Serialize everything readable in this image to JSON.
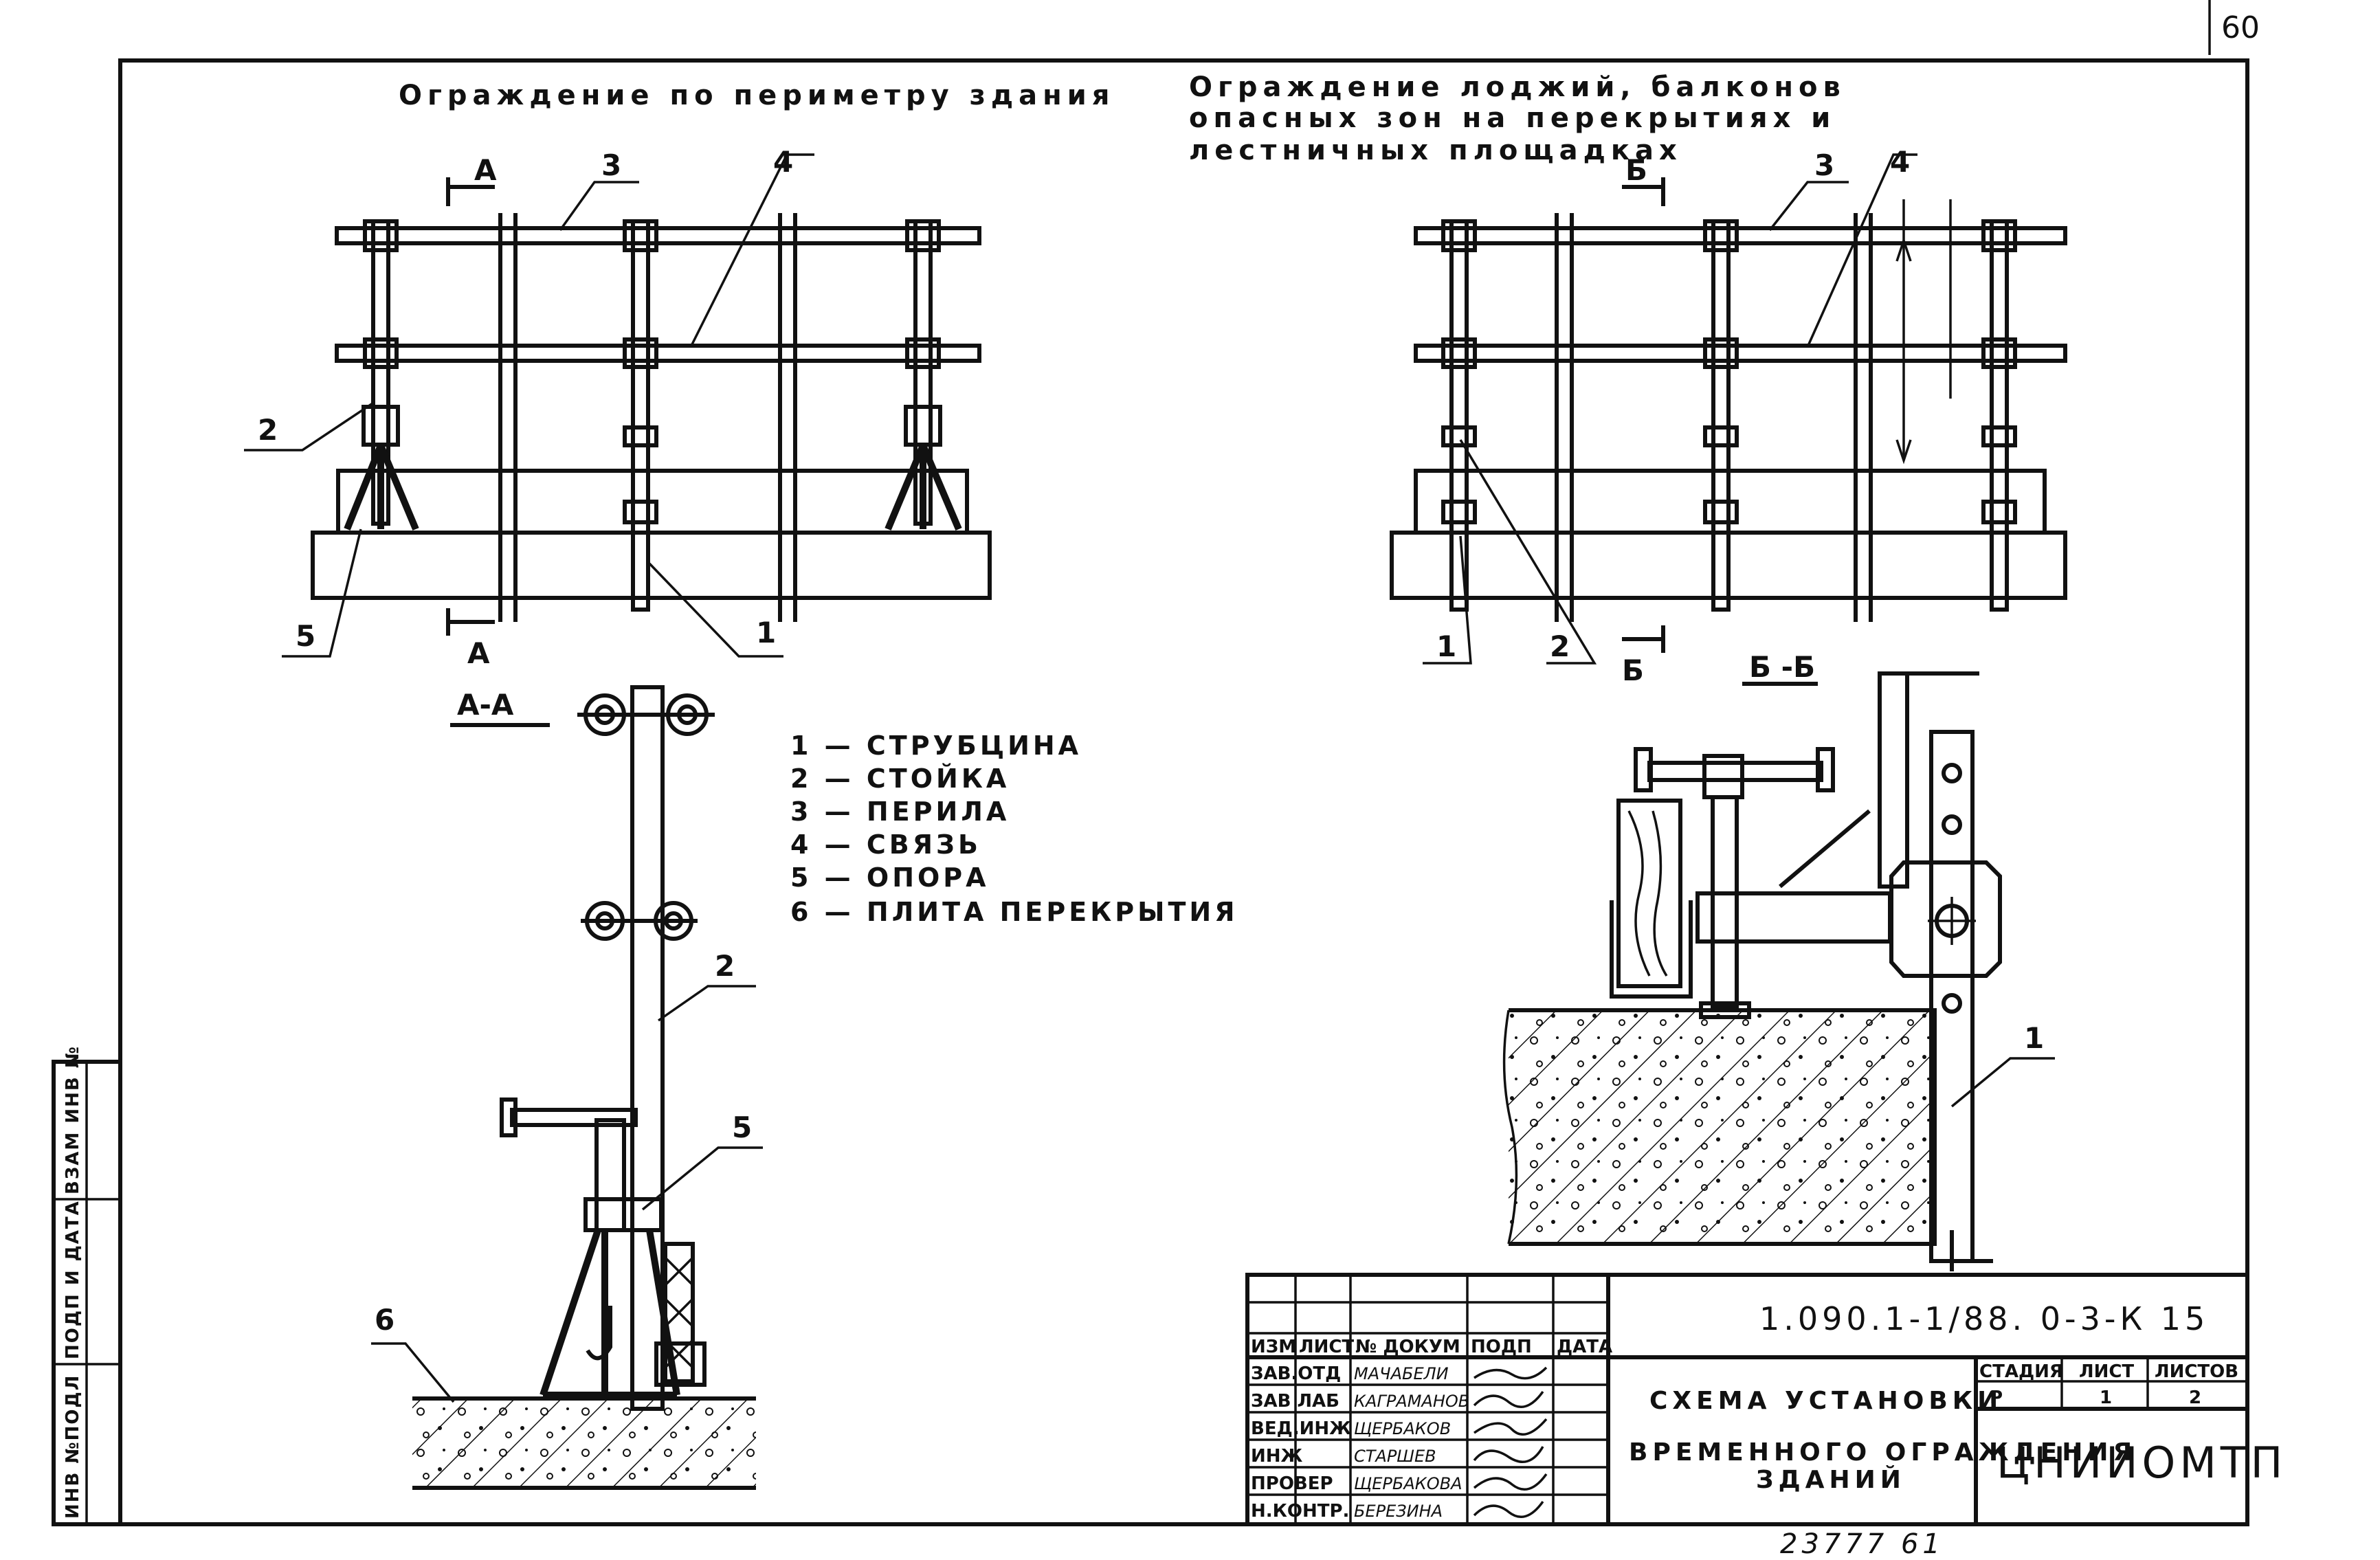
{
  "sheet_number": "60",
  "section_left_title": "Ограждение по периметру здания",
  "section_right_title_lines": [
    "Ограждение лоджий, балконов",
    "опасных зон на перекрытиях и",
    "лестничных площадках"
  ],
  "section_markers": {
    "a_label": "А",
    "b_label": "Б",
    "a_section": "А-А",
    "b_section": "Б -Б"
  },
  "callout_numbers": [
    "1",
    "2",
    "3",
    "4",
    "5",
    "6"
  ],
  "legend": [
    "1 — СТРУБЦИНА",
    "2 — СТОЙКА",
    "3 — ПЕРИЛА",
    "4 — СВЯЗЬ",
    "5 — ОПОРА",
    "6 — ПЛИТА ПЕРЕКРЫТИЯ"
  ],
  "side_stamp": [
    "ИНВ №ПОДЛ",
    "ПОДП И ДАТА",
    "ВЗАМ ИНВ №"
  ],
  "title_block": {
    "document_code": "1.090.1-1/88. 0-3-К 15",
    "headers": [
      "ИЗМ",
      "ЛИСТ",
      "№ ДОКУМ",
      "ПОДП",
      "ДАТА"
    ],
    "signatures": [
      {
        "role": "ЗАВ.ОТД",
        "name": "МАЧАБЕЛИ"
      },
      {
        "role": "ЗАВ ЛАБ",
        "name": "КАГРАМАНОВ"
      },
      {
        "role": "ВЕД.ИНЖ",
        "name": "ЩЕРБАКОВ"
      },
      {
        "role": "ИНЖ",
        "name": "СТАРШЕВ"
      },
      {
        "role": "ПРОВЕР",
        "name": "ЩЕРБАКОВА"
      },
      {
        "role": "Н.КОНТР.",
        "name": "БЕРЕЗИНА"
      }
    ],
    "title_lines": [
      "СХЕМА УСТАНОВКИ",
      "ВРЕМЕННОГО ОГРАЖДЕНИЯ",
      "ЗДАНИЙ"
    ],
    "stage_headers": [
      "СТАДИЯ",
      "ЛИСТ",
      "ЛИСТОВ"
    ],
    "stage_values": [
      "Р",
      "1",
      "2"
    ],
    "organization": "ЦНИИОМТП"
  },
  "footer_number": "23777 61"
}
